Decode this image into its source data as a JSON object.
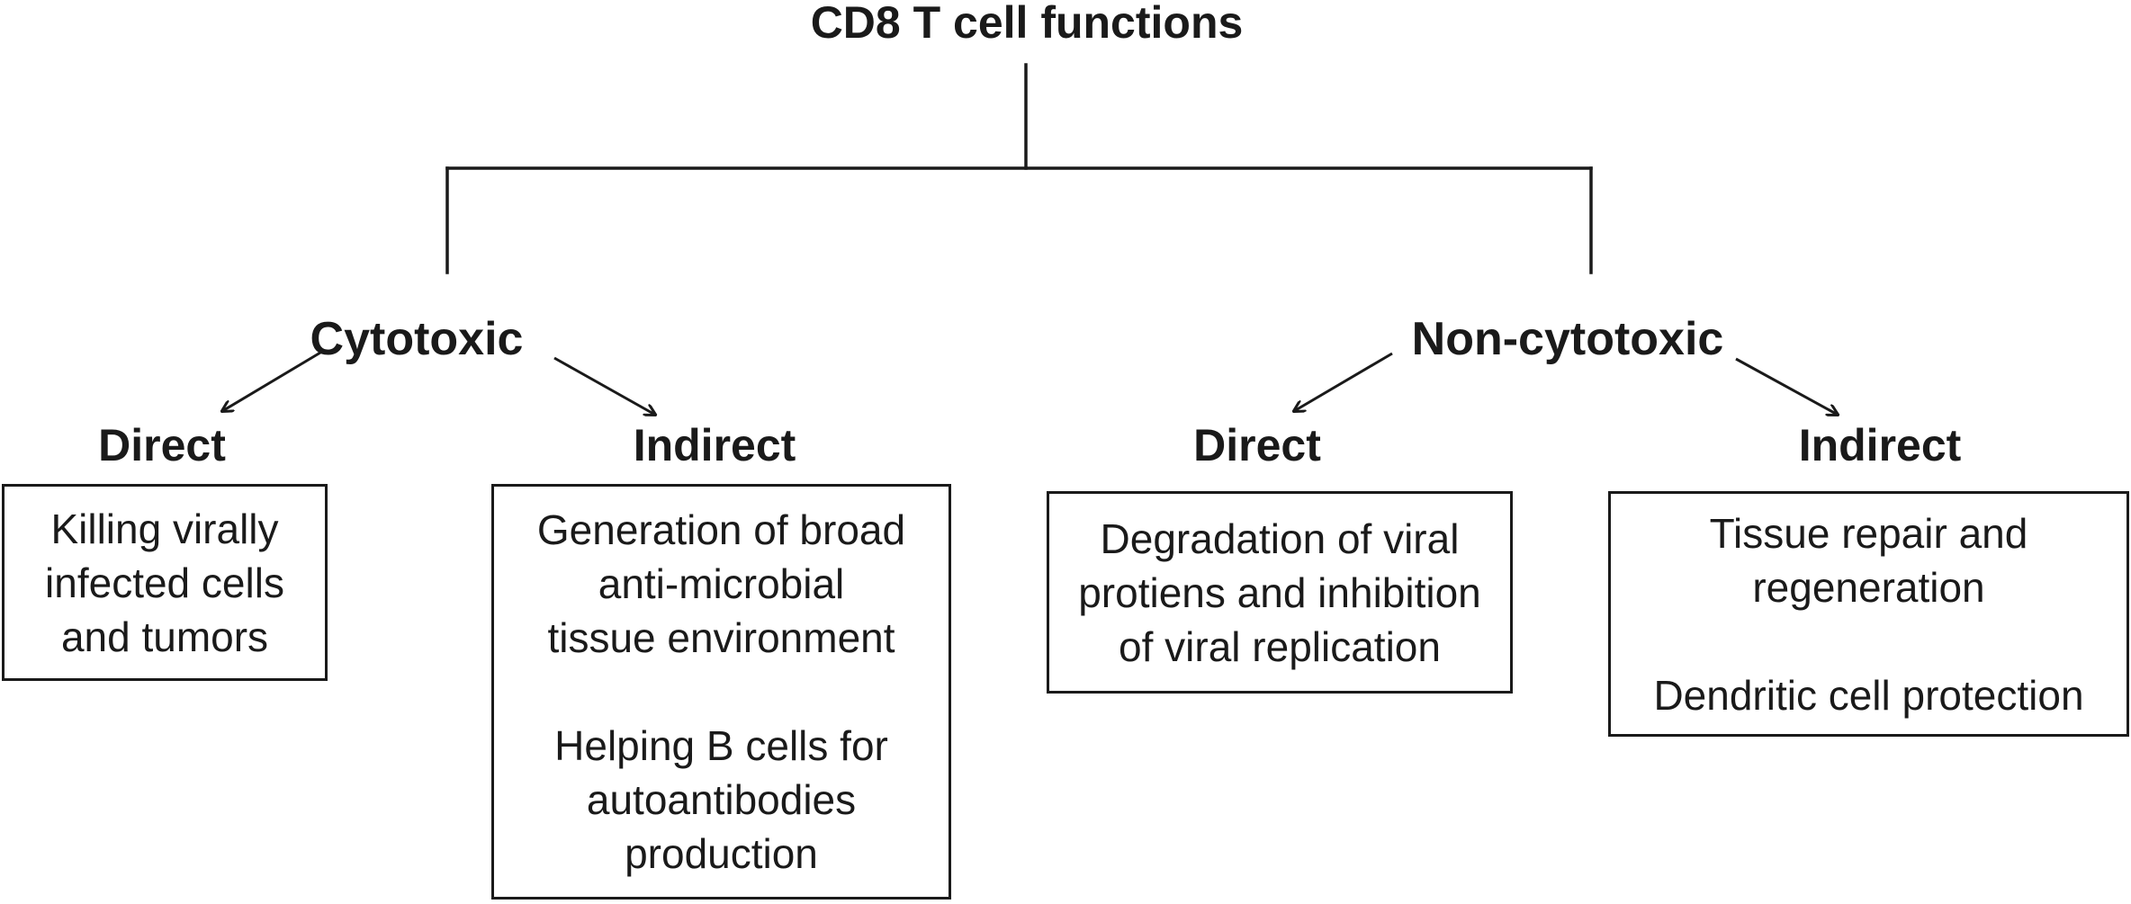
{
  "title": "CD8 T cell functions",
  "branches": {
    "cytotoxic": {
      "label": "Cytotoxic",
      "direct": {
        "label": "Direct",
        "lines": [
          "Killing virally",
          "infected cells",
          "and tumors"
        ]
      },
      "indirect": {
        "label": "Indirect",
        "lines_1": [
          "Generation of broad",
          "anti-microbial",
          "tissue environment"
        ],
        "lines_2": [
          "Helping B cells for",
          "autoantibodies",
          "production"
        ]
      }
    },
    "noncytotoxic": {
      "label": "Non-cytotoxic",
      "direct": {
        "label": "Direct",
        "lines": [
          "Degradation of viral",
          "protiens and inhibition",
          "of viral replication"
        ]
      },
      "indirect": {
        "label": "Indirect",
        "lines_1": [
          "Tissue repair and",
          "regeneration"
        ],
        "lines_2": [
          "Dendritic cell protection"
        ]
      }
    }
  },
  "colors": {
    "ink": "#1a1a1a",
    "background": "#ffffff"
  }
}
